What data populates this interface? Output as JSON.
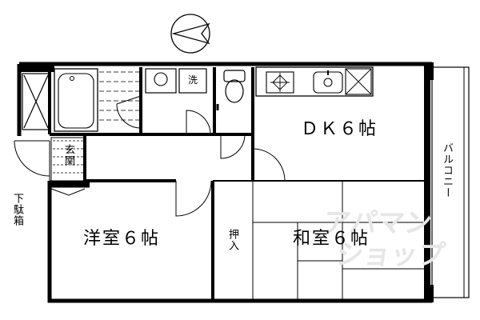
{
  "rooms": {
    "dk": "ＤＫ６帖",
    "western": "洋室６帖",
    "japanese": "和室６帖"
  },
  "labels": {
    "wash": "洗",
    "entrance": "玄関",
    "closet": "押入",
    "shoe_box": "下駄箱",
    "balcony": "バルコニー"
  },
  "watermark": {
    "line1": "アパマン",
    "line2": "ショップ"
  },
  "compass": {
    "icon": "north-arrow-icon"
  },
  "colors": {
    "wall": "#000000",
    "background": "#ffffff",
    "watermark": "#e6e6e6"
  }
}
